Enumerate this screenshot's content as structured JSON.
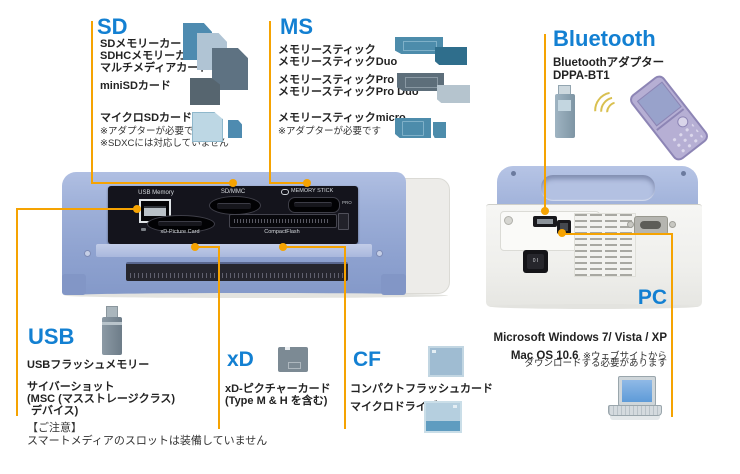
{
  "colors": {
    "accent_blue": "#1380d2",
    "callout_orange": "#F5A302"
  },
  "sd": {
    "title": "SD",
    "cards": [
      "SDメモリーカード",
      "SDHCメモリーカード",
      "マルチメディアカード"
    ],
    "mini": "miniSDカード",
    "micro": "マイクロSDカード",
    "note_adapter": "※アダプターが必要です",
    "note_sdxc": "※SDXCには対応していません"
  },
  "ms": {
    "title": "MS",
    "std": "メモリースティック",
    "duo": "メモリースティックDuo",
    "pro": "メモリースティックPro",
    "pro_duo": "メモリースティックPro Duo",
    "micro": "メモリースティックmicro",
    "note_adapter": "※アダプターが必要です"
  },
  "bluetooth": {
    "title": "Bluetooth",
    "adapter": "Bluetoothアダプター",
    "model": "DPPA-BT1"
  },
  "usb": {
    "title": "USB",
    "flash": "USBフラッシュメモリー",
    "cybershot": "サイバーショット",
    "msc_line1": "(MSC (マスストレージクラス)",
    "msc_line2": "デバイス)"
  },
  "xd": {
    "title": "xD",
    "card": "xD-ピクチャーカード",
    "type_note": "(Type M & H を含む)"
  },
  "cf": {
    "title": "CF",
    "card": "コンパクトフラッシュカード",
    "microdrive": "マイクロドライブ"
  },
  "pc": {
    "title": "PC",
    "windows": "Microsoft Windows 7/ Vista / XP",
    "mac": "Mac OS 10.6",
    "mac_note": "※ウェブサイトから",
    "download_note": "ダウンロードする必要があります"
  },
  "panel": {
    "usb": "USB Memory",
    "sd": "SD/MMC",
    "ms": "MEMORY STICK",
    "ms_pro": "PRO",
    "xd": "xD-Picture Card",
    "cf": "CompactFlash"
  },
  "back_panel": {
    "power": "0 I"
  },
  "notice": {
    "heading": "【ご注意】",
    "text": "スマートメディアのスロットは装備していません"
  }
}
